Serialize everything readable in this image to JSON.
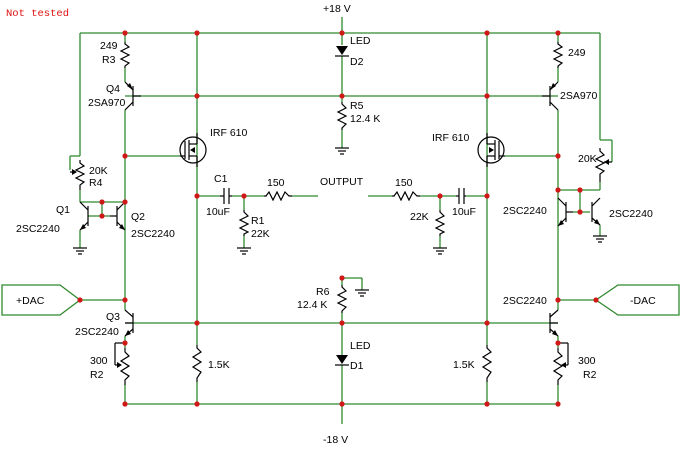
{
  "note": "Not tested",
  "rails": {
    "positive": "+18 V",
    "negative": "-18 V"
  },
  "output": "OUTPUT",
  "ports": {
    "left": "+DAC",
    "right": "-DAC"
  },
  "labels": {
    "r3_value": "249",
    "r3_name": "R3",
    "r_right_top": "249",
    "q4_name": "Q4",
    "q4_part": "2SA970",
    "q_right_top_part": "2SA970",
    "d2_type": "LED",
    "d2_name": "D2",
    "r5_name": "R5",
    "r5_value": "12.4 K",
    "mosfet_left": "IRF 610",
    "mosfet_right": "IRF 610",
    "r4_value": "20K",
    "r4_name": "R4",
    "r_right_pot": "20K",
    "c1_name": "C1",
    "c1_value": "10uF",
    "r_left_series": "150",
    "r_right_series": "150",
    "r1_name": "R1",
    "r1_value": "22K",
    "r_right_shunt": "22K",
    "c_right_value": "10uF",
    "q1_name": "Q1",
    "q1_part": "2SC2240",
    "q2_name": "Q2",
    "q2_part": "2SC2240",
    "q_right_pair_a": "2SC2240",
    "q_right_pair_b": "2SC2240",
    "r6_name": "R6",
    "r6_value": "12.4 K",
    "q3_name": "Q3",
    "q3_part": "2SC2240",
    "q_right_bottom_part": "2SC2240",
    "d1_type": "LED",
    "d1_name": "D1",
    "r2_value": "300",
    "r2_name": "R2",
    "r_right_bottom_value": "300",
    "r_right_bottom_name": "R2",
    "r_left_bottom": "1.5K",
    "r_right_bottom": "1.5K"
  }
}
